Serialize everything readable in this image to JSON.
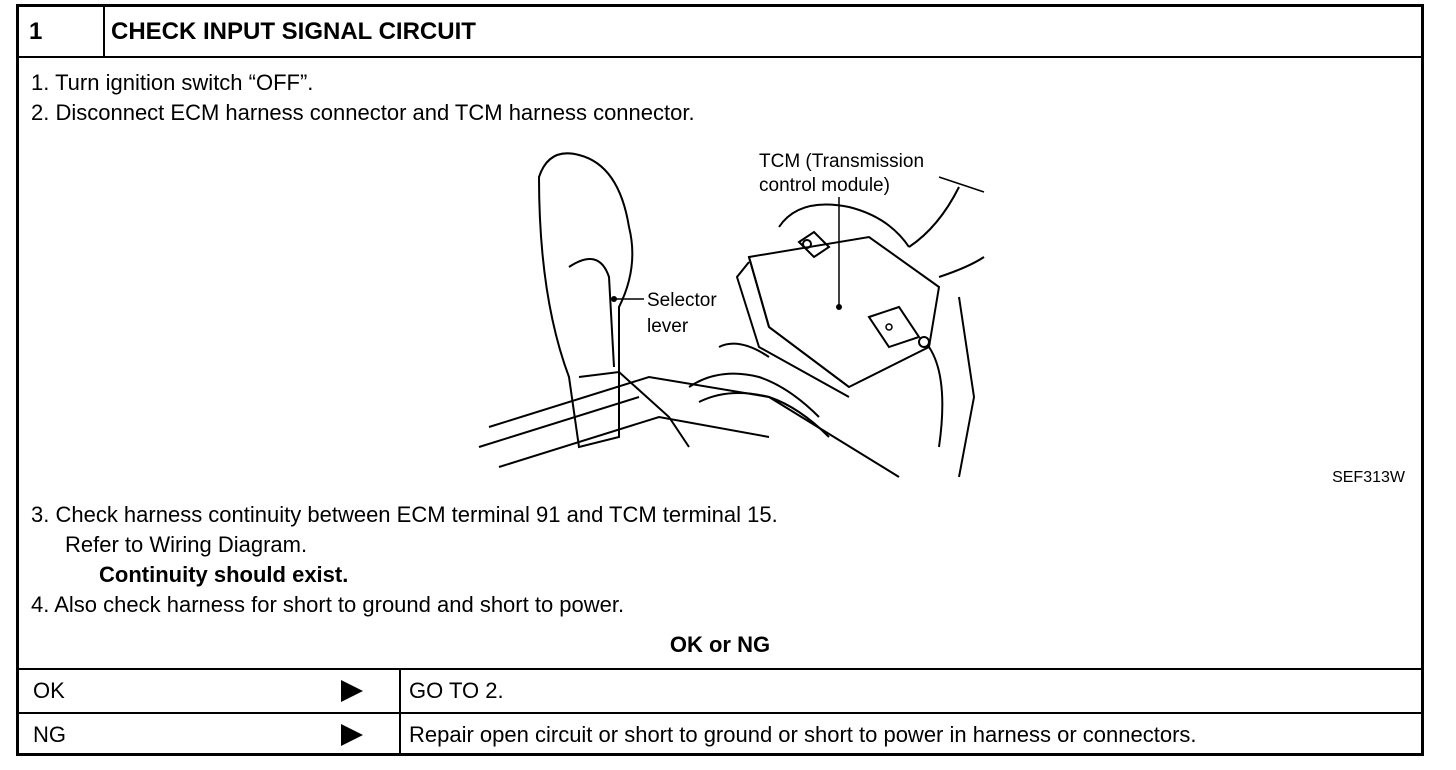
{
  "header": {
    "number": "1",
    "title": "CHECK INPUT SIGNAL CIRCUIT"
  },
  "steps": {
    "s1": "1. Turn ignition switch “OFF”.",
    "s2": "2. Disconnect ECM harness connector and TCM harness connector.",
    "s3a": "3. Check harness continuity between ECM terminal 91 and TCM terminal 15.",
    "s3b": "Refer to Wiring Diagram.",
    "s3c": "Continuity should exist.",
    "s4": "4. Also check harness for short to ground and short to power."
  },
  "figure": {
    "label_tcm_1": "TCM (Transmission",
    "label_tcm_2": "control module)",
    "label_sel_1": "Selector",
    "label_sel_2": "lever",
    "code": "SEF313W"
  },
  "result": {
    "title": "OK or NG",
    "rows": [
      {
        "condition": "OK",
        "action": "GO TO 2."
      },
      {
        "condition": "NG",
        "action": "Repair open circuit or short to ground or short to power in harness or connectors."
      }
    ]
  }
}
